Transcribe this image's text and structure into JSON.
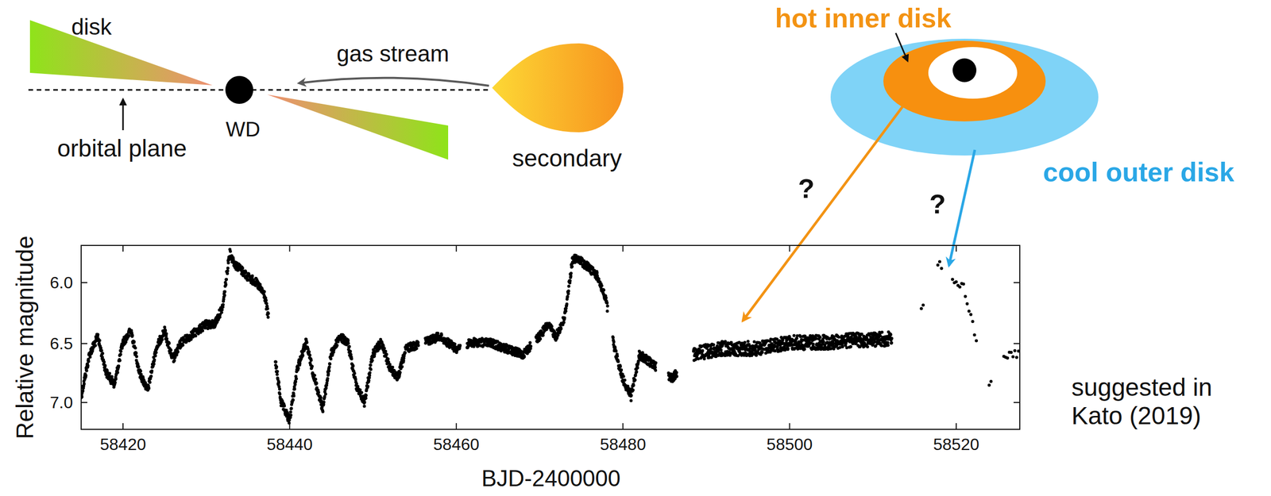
{
  "diagram": {
    "labels": [
      "disk",
      "gas stream",
      "orbital plane",
      "WD",
      "secondary",
      "hot inner disk",
      "cool outer disk",
      "?",
      "?",
      "6.0",
      "6.5",
      "7.0",
      "58420",
      "58440",
      "58460",
      "58480",
      "58500",
      "58520",
      "Relative magnitude",
      "BJD-2400000",
      "suggested in Kato (2019)"
    ]
  }
}
